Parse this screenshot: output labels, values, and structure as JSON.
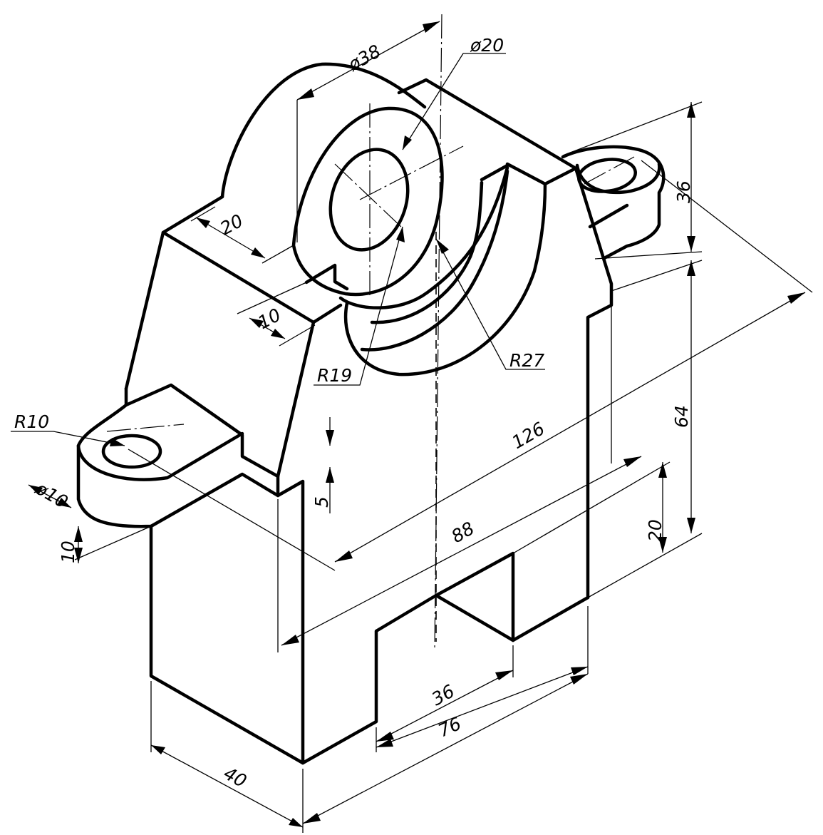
{
  "labels": {
    "d38": "ø38",
    "d20": "ø20",
    "r10": "R10",
    "d10": "ø10",
    "r19": "R19",
    "r27": "R27",
    "w20": "20",
    "w10": "10",
    "h36": "36",
    "h64": "64",
    "h20": "20",
    "h5": "5",
    "h10": "10",
    "l126": "126",
    "l88": "88",
    "l36": "36",
    "l76": "76",
    "l40": "40"
  }
}
